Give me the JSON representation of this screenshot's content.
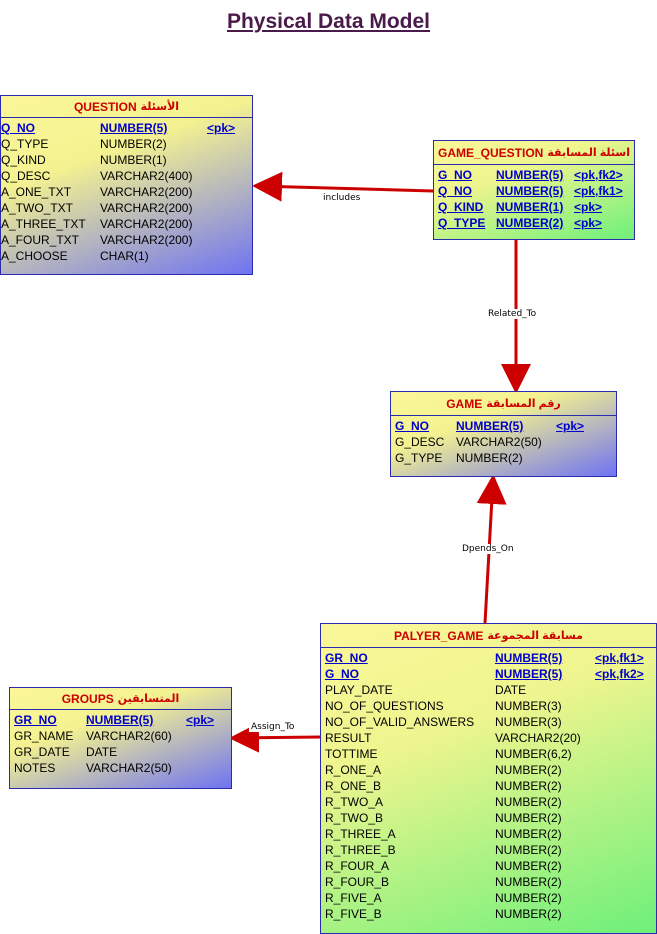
{
  "title": "Physical Data Model",
  "colors": {
    "header_text": "#cc0000",
    "key_text": "#0000cc",
    "relation_line": "#cc0000"
  },
  "entities": {
    "question": {
      "name": "QUESTION",
      "arabic": "الأسئلة",
      "columns": [
        [
          "Q_NO",
          "NUMBER(5)",
          "<pk>"
        ],
        [
          "Q_TYPE",
          "NUMBER(2)",
          ""
        ],
        [
          "Q_KIND",
          "NUMBER(1)",
          ""
        ],
        [
          "Q_DESC",
          "VARCHAR2(400)",
          ""
        ],
        [
          "A_ONE_TXT",
          "VARCHAR2(200)",
          ""
        ],
        [
          "A_TWO_TXT",
          "VARCHAR2(200)",
          ""
        ],
        [
          "A_THREE_TXT",
          "VARCHAR2(200)",
          ""
        ],
        [
          "A_FOUR_TXT",
          "VARCHAR2(200)",
          ""
        ],
        [
          "A_CHOOSE",
          "CHAR(1)",
          ""
        ]
      ]
    },
    "game_question": {
      "name": "GAME_QUESTION",
      "arabic": "اسئلة المسابقة",
      "columns": [
        [
          "G_NO",
          "NUMBER(5)",
          "<pk,fk2>"
        ],
        [
          "Q_NO",
          "NUMBER(5)",
          "<pk,fk1>"
        ],
        [
          "Q_KIND",
          "NUMBER(1)",
          "<pk>"
        ],
        [
          "Q_TYPE",
          "NUMBER(2)",
          "<pk>"
        ]
      ]
    },
    "game": {
      "name": "GAME",
      "arabic": "رقم المسابقة",
      "columns": [
        [
          "G_NO",
          "NUMBER(5)",
          "<pk>"
        ],
        [
          "G_DESC",
          "VARCHAR2(50)",
          ""
        ],
        [
          "G_TYPE",
          "NUMBER(2)",
          ""
        ]
      ]
    },
    "groups": {
      "name": "GROUPS",
      "arabic": "المتسابقين",
      "columns": [
        [
          "GR_NO",
          "NUMBER(5)",
          "<pk>"
        ],
        [
          "GR_NAME",
          "VARCHAR2(60)",
          ""
        ],
        [
          "GR_DATE",
          "DATE",
          ""
        ],
        [
          "NOTES",
          "VARCHAR2(50)",
          ""
        ]
      ]
    },
    "palyer_game": {
      "name": "PALYER_GAME",
      "arabic": "مسابقة المجموعة",
      "columns": [
        [
          "GR_NO",
          "NUMBER(5)",
          "<pk,fk1>"
        ],
        [
          "G_NO",
          "NUMBER(5)",
          "<pk,fk2>"
        ],
        [
          "PLAY_DATE",
          "DATE",
          ""
        ],
        [
          "NO_OF_QUESTIONS",
          "NUMBER(3)",
          ""
        ],
        [
          "NO_OF_VALID_ANSWERS",
          "NUMBER(3)",
          ""
        ],
        [
          "RESULT",
          "VARCHAR2(20)",
          ""
        ],
        [
          "TOTTIME",
          "NUMBER(6,2)",
          ""
        ],
        [
          "R_ONE_A",
          "NUMBER(2)",
          ""
        ],
        [
          "R_ONE_B",
          "NUMBER(2)",
          ""
        ],
        [
          "R_TWO_A",
          "NUMBER(2)",
          ""
        ],
        [
          "R_TWO_B",
          "NUMBER(2)",
          ""
        ],
        [
          "R_THREE_A",
          "NUMBER(2)",
          ""
        ],
        [
          "R_THREE_B",
          "NUMBER(2)",
          ""
        ],
        [
          "R_FOUR_A",
          "NUMBER(2)",
          ""
        ],
        [
          "R_FOUR_B",
          "NUMBER(2)",
          ""
        ],
        [
          "R_FIVE_A",
          "NUMBER(2)",
          ""
        ],
        [
          "R_FIVE_B",
          "NUMBER(2)",
          ""
        ]
      ]
    }
  },
  "relationships": {
    "includes": "includes",
    "related_to": "Related_To",
    "dpends_on": "Dpends_On",
    "assign_to": "Assign_To"
  }
}
